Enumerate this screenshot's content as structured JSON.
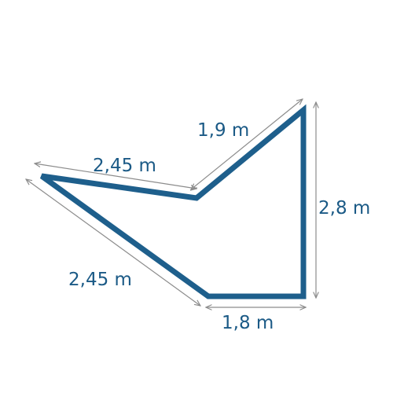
{
  "diagram": {
    "shape_color": "#1e5f8c",
    "dimension_line_color": "#8c8c8c",
    "label_color": "#1b5a86",
    "dimensions": {
      "top_left_edge": "2,45 m",
      "top_right_edge": "1,9 m",
      "right_edge": "2,8 m",
      "bottom_left_edge": "2,45 m",
      "bottom_edge": "1,8 m"
    }
  }
}
